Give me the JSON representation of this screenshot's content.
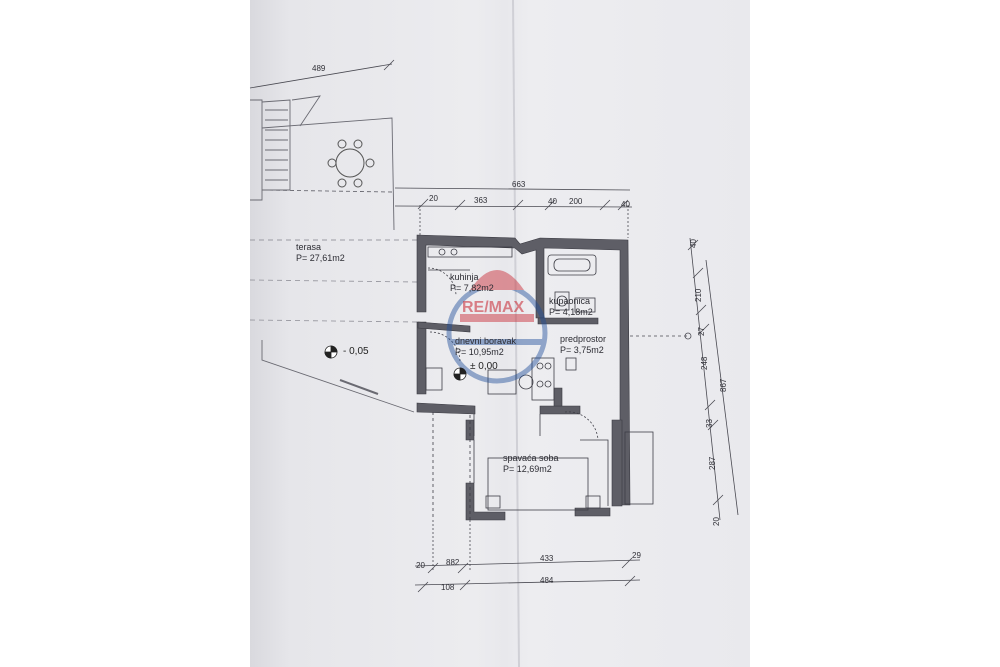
{
  "rooms": {
    "terrace": {
      "name": "terasa",
      "area": "P= 27,61m2"
    },
    "kitchen": {
      "name": "kuhinja",
      "area": "P= 7,82m2"
    },
    "bathroom": {
      "name": "kupaonica",
      "area": "P= 4,18m2"
    },
    "living": {
      "name": "dnevni boravak",
      "area": "P= 10,95m2"
    },
    "hallway": {
      "name": "predprostor",
      "area": "P= 3,75m2"
    },
    "bedroom": {
      "name": "spavaća soba",
      "area": "P= 12,69m2"
    }
  },
  "levels": {
    "terrace": "- 0,05",
    "interior": "± 0,00"
  },
  "dimensions": {
    "top_terrace": "489",
    "top_total": "663",
    "top_segments": [
      "20",
      "363",
      "40",
      "200",
      "40"
    ],
    "bottom_row1": [
      "20",
      "882",
      "433",
      "29"
    ],
    "bottom_row2": [
      "108",
      "484"
    ],
    "right_segments": [
      "40",
      "210",
      "27",
      "248",
      "33",
      "287",
      "20"
    ],
    "right_total": "867"
  },
  "watermark": {
    "text": "RE/MAX",
    "color": "#c8242f",
    "secondary_color": "#1f4e9a"
  },
  "colors": {
    "wall": "#5e5e66",
    "paper": "#ebebee",
    "line": "#3a3a42"
  }
}
